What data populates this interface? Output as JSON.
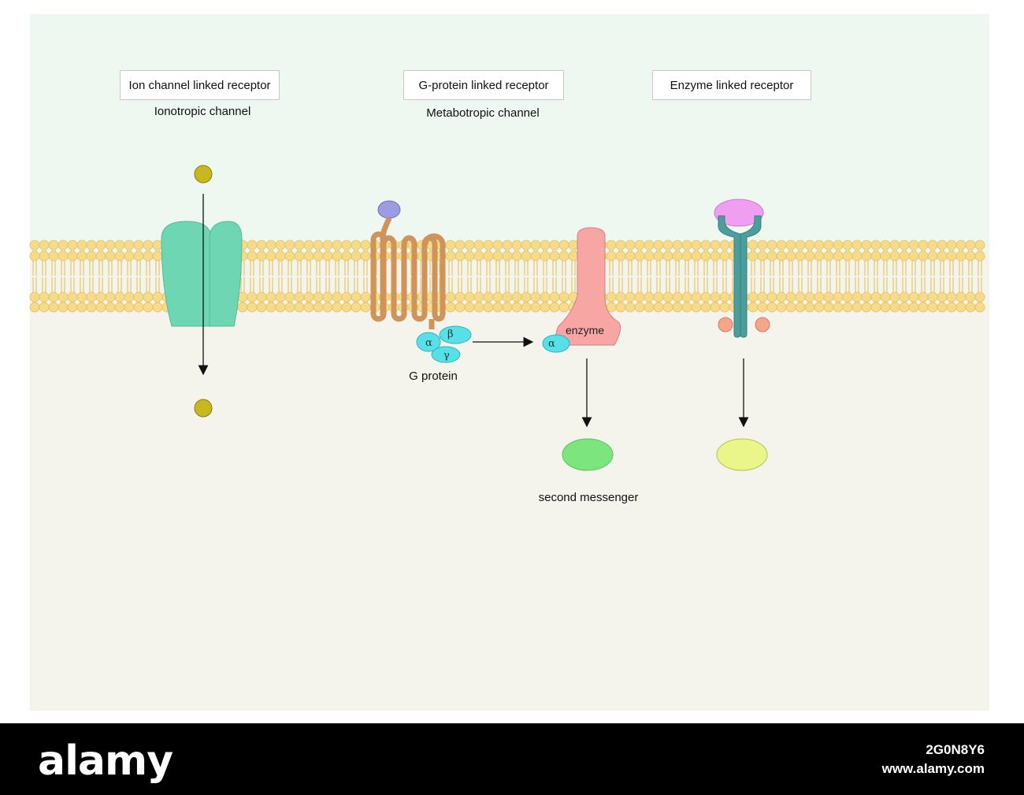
{
  "receptors": [
    {
      "title": "Ion channel linked receptor",
      "subtitle": "Ionotropic channel"
    },
    {
      "title": "G-protein linked receptor",
      "subtitle": "Metabotropic channel"
    },
    {
      "title": "Enzyme linked receptor",
      "subtitle": ""
    }
  ],
  "labels": {
    "enzyme": "enzyme",
    "g_protein": "G protein",
    "second_messenger": "second messenger",
    "alpha": "α",
    "beta": "β",
    "gamma": "γ"
  },
  "colors": {
    "extracellular": "#eef7f0",
    "intracellular": "#f4f3ec",
    "lipid_head": "#f6dc8a",
    "channel": "#6fd6b4",
    "gpcr": "#f4c289",
    "g_protein": "#56e0e8",
    "enzyme": "#f7a6a3",
    "enzyme_receptor": "#4b9e9c",
    "ligand_ion": "#c8b820",
    "ligand_gpcr": "#9c9ce2",
    "ligand_enzyme": "#ef9ef2",
    "second_messenger": "#7de57d",
    "enzyme_product": "#eaf58a"
  },
  "footer": {
    "brand": "alamy",
    "code": "2G0N8Y6",
    "url": "www.alamy.com"
  }
}
